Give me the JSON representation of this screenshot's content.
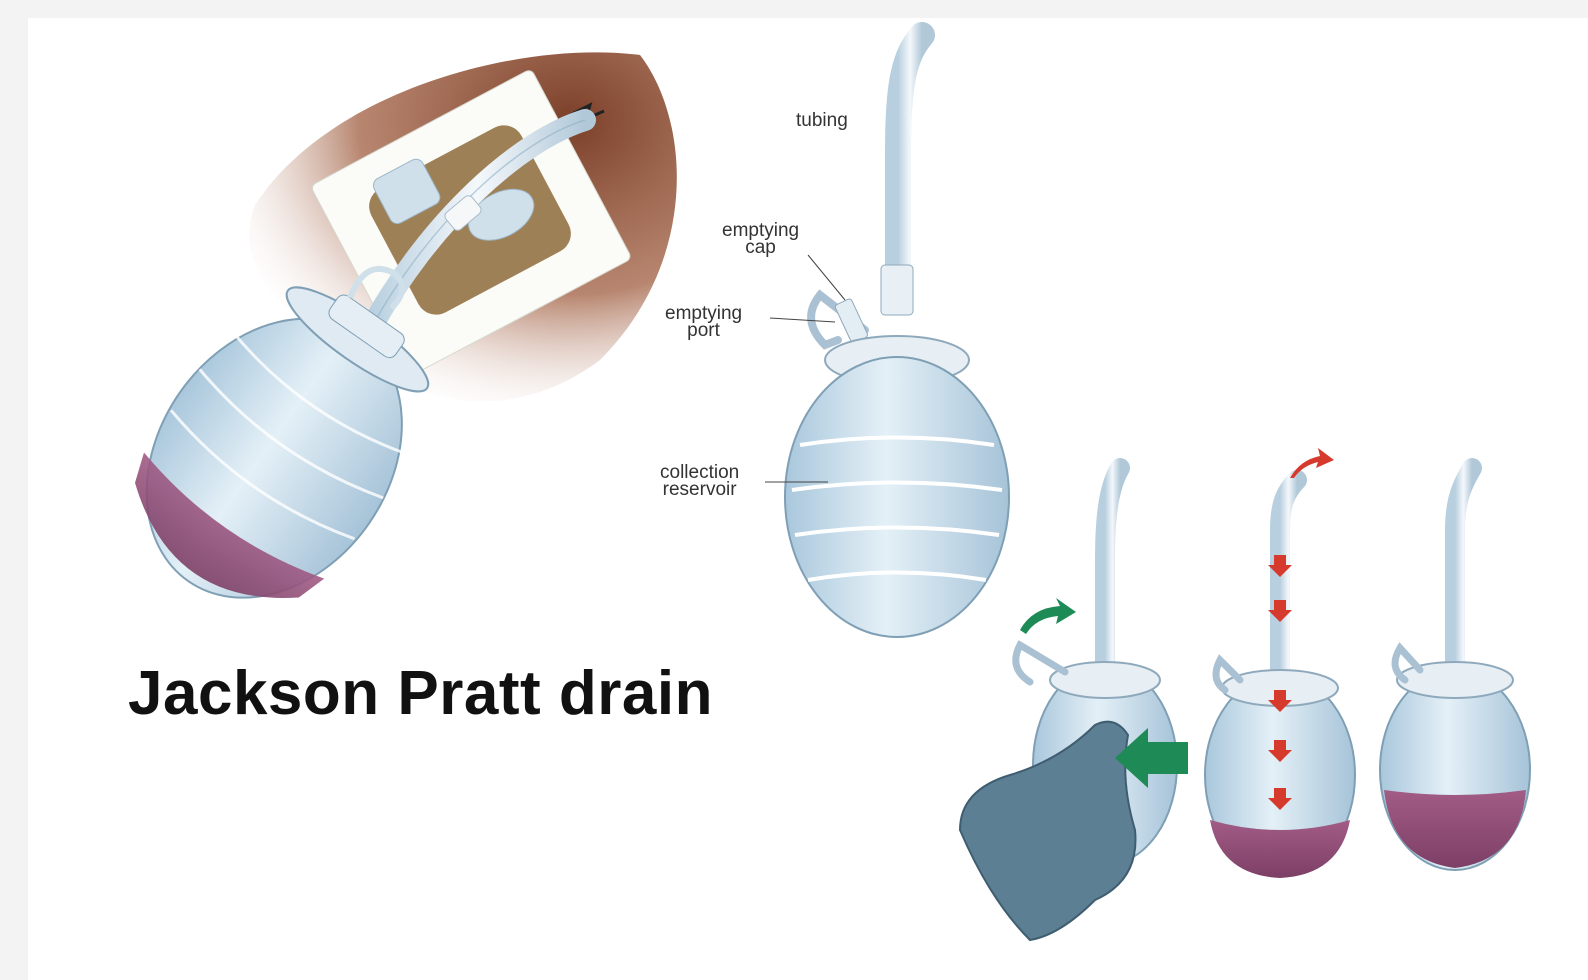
{
  "title": "Jackson Pratt drain",
  "labels": {
    "tubing": "tubing",
    "emptying_cap": [
      "emptying",
      "cap"
    ],
    "emptying_port": [
      "emptying",
      "port"
    ],
    "collection_reservoir": [
      "collection",
      "reservoir"
    ]
  },
  "colors": {
    "skin": "#8a4a2e",
    "reservoir": "#cfe3f0",
    "fluid": "#8e4a74",
    "tube": "#e6eef5",
    "glove": "#5d7f93",
    "green_arrow": "#1e8a55",
    "red_arrow": "#d53a2c"
  }
}
